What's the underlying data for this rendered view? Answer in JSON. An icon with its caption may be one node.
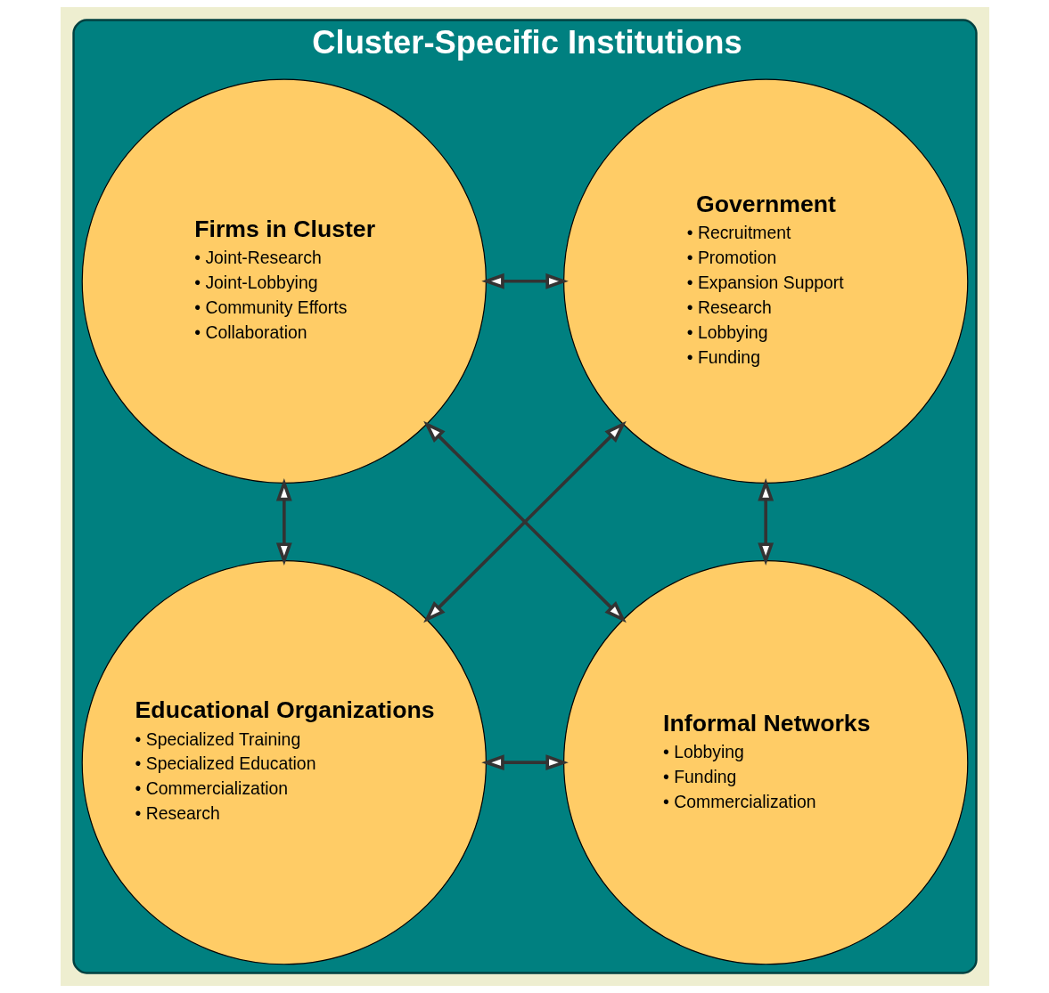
{
  "diagram": {
    "nodes": [
      {
        "text": [
          "Cluster-Specific Institutions"
        ]
      },
      {
        "text": [
          "Firms in Cluster",
          "• Joint-Research",
          "• Joint-Lobbying",
          "• Community Efforts",
          "• Collaboration"
        ],
        "in": 0
      },
      {
        "text": [
          "Government",
          "• Recruitment",
          "• Promotion",
          "• Expansion Support",
          "• Research",
          "• Lobbying",
          "• Funding"
        ],
        "in": 0
      },
      {
        "text": [
          "Educational Organizations",
          "• Specialized Training",
          "• Specialized Education",
          "• Commercialization",
          "• Research"
        ],
        "in": 0
      },
      {
        "text": [
          "Informal Networks",
          "• Lobbying",
          "• Funding",
          "• Commercialization"
        ],
        "in": 0
      }
    ],
    "edges": [
      {
        "from": 1,
        "to": 2,
        "arrow": "both"
      },
      {
        "from": 1,
        "to": 3,
        "arrow": "both"
      },
      {
        "from": 2,
        "to": 4,
        "arrow": "both"
      },
      {
        "from": 1,
        "to": 4,
        "arrow": "both"
      },
      {
        "from": 2,
        "to": 3,
        "arrow": "both"
      },
      {
        "from": 3,
        "to": 4,
        "arrow": "both"
      }
    ]
  }
}
